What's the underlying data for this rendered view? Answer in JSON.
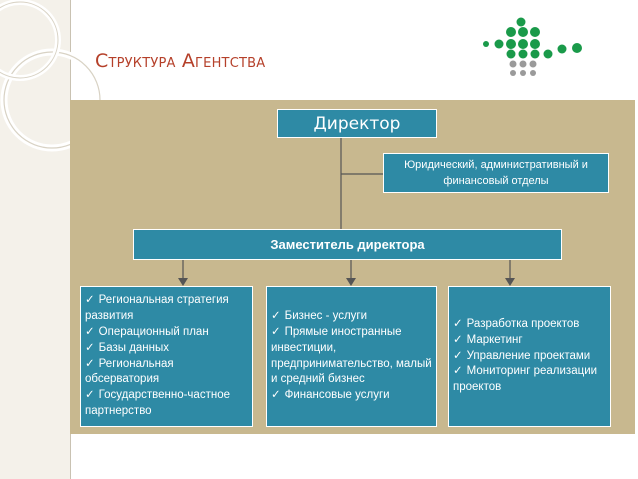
{
  "title": "Структура Агентства",
  "director": "Директор",
  "legal_departments": "Юридический, административный и финансовый отделы",
  "deputy": "Заместитель директора",
  "columns": [
    {
      "items": [
        "Региональная стратегия развития",
        "Операционный план",
        "Базы данных",
        "Региональная обсерватория",
        "Государственно-частное партнерство"
      ]
    },
    {
      "items": [
        "Бизнес - услуги",
        "Прямые иностранные инвестиции, предпринимательство, малый и средний бизнес",
        "Финансовые услуги"
      ]
    },
    {
      "items": [
        "Разработка проектов",
        "Маркетинг",
        "Управление проектами",
        "Мониторинг реализации проектов"
      ]
    }
  ],
  "colors": {
    "box": "#2e8aa5",
    "panel": "#c8b88f",
    "title": "#b5402a",
    "dots_green": "#1a9a4a",
    "dots_gray": "#9a9a9a"
  },
  "icons": [
    "check-icon",
    "decorative-rings",
    "logo-dots"
  ]
}
